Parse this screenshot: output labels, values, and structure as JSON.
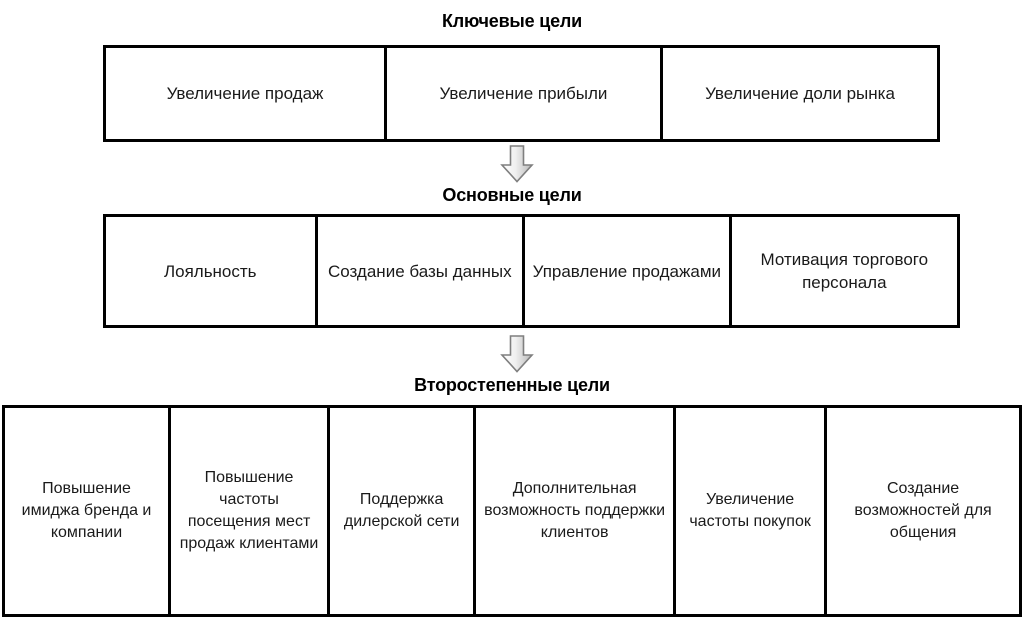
{
  "diagram": {
    "title_visible": false,
    "background_color": "#ffffff",
    "border_color": "#000000",
    "text_color": "#1a1a1a",
    "arrow_fill_light": "#f2f2f2",
    "arrow_fill_dark": "#bfbfbf",
    "arrow_stroke": "#808080"
  },
  "sections": [
    {
      "id": "key-goals",
      "title": "Ключевые цели",
      "cells": [
        {
          "label": "Увеличение продаж"
        },
        {
          "label": "Увеличение прибыли"
        },
        {
          "label": "Увеличение доли рынка"
        }
      ]
    },
    {
      "id": "main-goals",
      "title": "Основные цели",
      "cells": [
        {
          "label": "Лояльность"
        },
        {
          "label": "Создание базы данных"
        },
        {
          "label": "Управление продажами"
        },
        {
          "label": "Мотивация торгового персонала"
        }
      ]
    },
    {
      "id": "secondary-goals",
      "title": "Второстепенные цели",
      "cells": [
        {
          "label": "Повышение имиджа бренда и компании"
        },
        {
          "label": "Повышение частоты посещения мест продаж клиентами"
        },
        {
          "label": "Поддержка дилерской сети"
        },
        {
          "label": "Дополнительная возможность поддержки клиентов"
        },
        {
          "label": "Увеличение частоты покупок"
        },
        {
          "label": "Создание возможностей для общения"
        }
      ]
    }
  ],
  "connectors": [
    {
      "id": "arrow-key-to-main",
      "icon": "arrow-down-icon",
      "from": "key-goals",
      "to": "main-goals"
    },
    {
      "id": "arrow-main-to-secondary",
      "icon": "arrow-down-icon",
      "from": "main-goals",
      "to": "secondary-goals"
    }
  ]
}
